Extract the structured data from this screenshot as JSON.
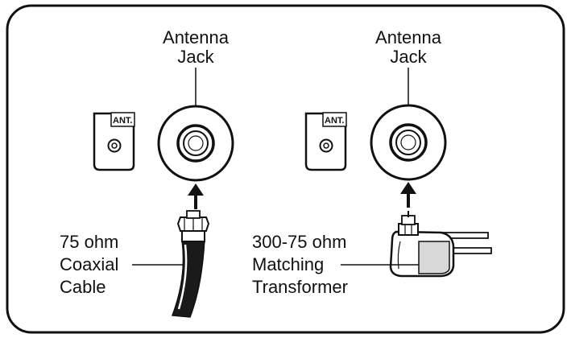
{
  "left_panel": {
    "jack_label_line1": "Antenna",
    "jack_label_line2": "Jack",
    "port_label": "ANT.",
    "connector_label_line1": "75 ohm",
    "connector_label_line2": "Coaxial",
    "connector_label_line3": "Cable"
  },
  "right_panel": {
    "jack_label_line1": "Antenna",
    "jack_label_line2": "Jack",
    "port_label": "ANT.",
    "connector_label_line1": "300-75 ohm",
    "connector_label_line2": "Matching",
    "connector_label_line3": "Transformer"
  },
  "colors": {
    "ink": "#111111",
    "background": "#ffffff",
    "cable": "#1a1a1a",
    "transformer_shade": "#d8d8d8"
  }
}
